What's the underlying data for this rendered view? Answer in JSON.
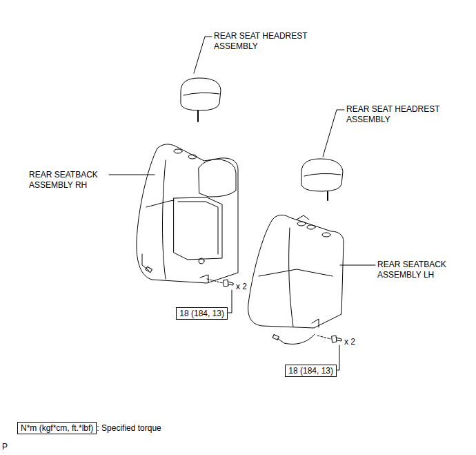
{
  "diagram": {
    "nodes": [
      {
        "text": [
          "18 (184, 13)"
        ]
      },
      {
        "text": [
          "18 (184, 13)"
        ]
      },
      {
        "text": [
          "N*m (kgf*cm, ft.*lbf)",
          ": Specified torque"
        ]
      }
    ],
    "labels": [
      "REAR SEAT HEADREST ASSEMBLY",
      "REAR SEAT HEADREST ASSEMBLY",
      "REAR SEATBACK ASSEMBLY RH",
      "x 2",
      "REAR SEATBACK ASSEMBLY LH",
      "x 2",
      "P"
    ]
  }
}
